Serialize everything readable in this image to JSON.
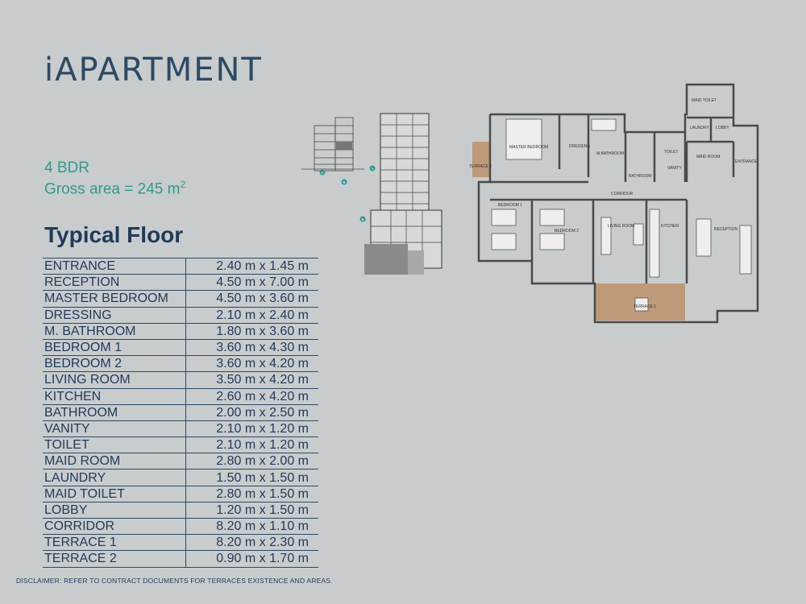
{
  "brand": "iAPARTMENT",
  "unit": {
    "bedrooms": "4 BDR",
    "gross_area_prefix": "Gross area = 245 m",
    "gross_area_sup": "2"
  },
  "section_title": "Typical Floor",
  "rooms": [
    {
      "name": "ENTRANCE",
      "dim": "2.40 m x 1.45 m"
    },
    {
      "name": "RECEPTION",
      "dim": "4.50 m x 7.00 m"
    },
    {
      "name": "MASTER BEDROOM",
      "dim": "4.50 m x 3.60 m"
    },
    {
      "name": "DRESSING",
      "dim": "2.10 m x 2.40 m"
    },
    {
      "name": "M. BATHROOM",
      "dim": "1.80 m x 3.60 m"
    },
    {
      "name": "BEDROOM 1",
      "dim": "3.60 m x 4.30 m"
    },
    {
      "name": "BEDROOM 2",
      "dim": "3.60 m x 4.20 m"
    },
    {
      "name": "LIVING ROOM",
      "dim": "3.50 m x 4.20 m"
    },
    {
      "name": "KITCHEN",
      "dim": "2.60 m x 4.20 m"
    },
    {
      "name": "BATHROOM",
      "dim": "2.00 m x 2.50 m"
    },
    {
      "name": "VANITY",
      "dim": "2.10 m x 1.20 m"
    },
    {
      "name": "TOILET",
      "dim": "2.10 m x 1.20 m"
    },
    {
      "name": "MAID ROOM",
      "dim": "2.80 m x 2.00 m"
    },
    {
      "name": "LAUNDRY",
      "dim": "1.50 m x 1.50 m"
    },
    {
      "name": "MAID TOILET",
      "dim": "2.80 m x 1.50 m"
    },
    {
      "name": "LOBBY",
      "dim": "1.20 m x 1.50 m"
    },
    {
      "name": "CORRIDOR",
      "dim": "8.20 m x 1.10 m"
    },
    {
      "name": "TERRACE 1",
      "dim": "8.20 m x 2.30 m"
    },
    {
      "name": "TERRACE 2",
      "dim": "0.90 m x 1.70 m"
    }
  ],
  "disclaimer": "DISCLAIMER: REFER TO CONTRACT DOCUMENTS FOR TERRACES EXISTENCE AND AREAS.",
  "elevation_markers": [
    "A",
    "B"
  ],
  "keyplan_markers": [
    "A",
    "B"
  ],
  "plan_labels": {
    "maid_toilet": "MAID TOILET",
    "laundry": "LAUNDRY",
    "lobby": "LOBBY",
    "master_bedroom": "MASTER BEDROOM",
    "dressing": "DRESSING",
    "m_bathroom": "M.BATHROOM",
    "toilet": "TOILET",
    "maid_room": "MAID ROOM",
    "terrace_2": "TERRACE 2",
    "bathroom": "BATHROOM",
    "vanity": "VANITY",
    "entrance": "ENTRANCE",
    "corridor": "CORRIDOR",
    "bedroom_1": "BEDROOM 1",
    "bedroom_2": "BEDROOM 2",
    "living_room": "LIVING ROOM",
    "kitchen": "KITCHEN",
    "reception": "RECEPTION",
    "terrace_1": "TERRACE 1"
  },
  "colors": {
    "background": "#c9cccc",
    "brand": "#2c4a63",
    "accent_teal": "#2f9a8f",
    "terrace_wood": "#b98a5e",
    "wall": "#4a4a4a"
  }
}
